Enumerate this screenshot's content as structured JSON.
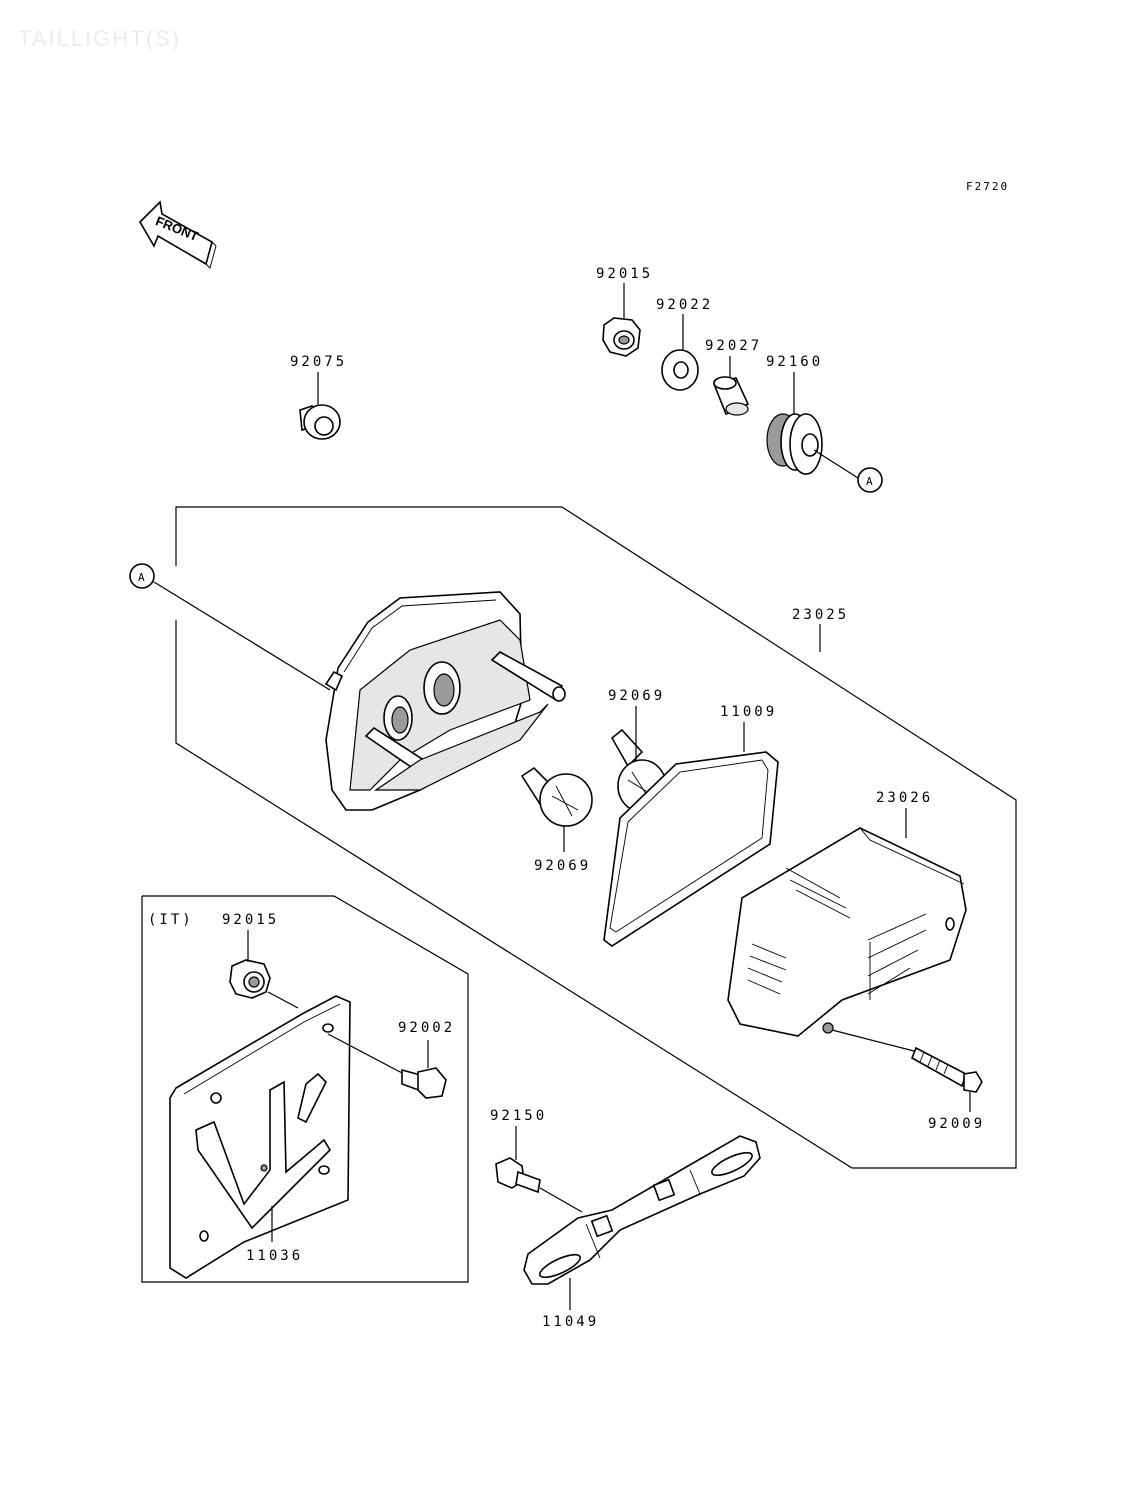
{
  "header": {
    "title": "TAILLIGHT(S)",
    "figure_code": "F2720"
  },
  "direction": {
    "label": "FRONT"
  },
  "callouts": {
    "a_top": "A",
    "a_left": "A"
  },
  "inset": {
    "label": "(IT)"
  },
  "parts": {
    "p92015_top": "92015",
    "p92022": "92022",
    "p92027": "92027",
    "p92160": "92160",
    "p92075": "92075",
    "p23025": "23025",
    "p92069_upper": "92069",
    "p92069_lower": "92069",
    "p11009": "11009",
    "p23026": "23026",
    "p92009": "92009",
    "p92015_inset": "92015",
    "p92002": "92002",
    "p11036": "11036",
    "p92150": "92150",
    "p11049": "11049"
  }
}
